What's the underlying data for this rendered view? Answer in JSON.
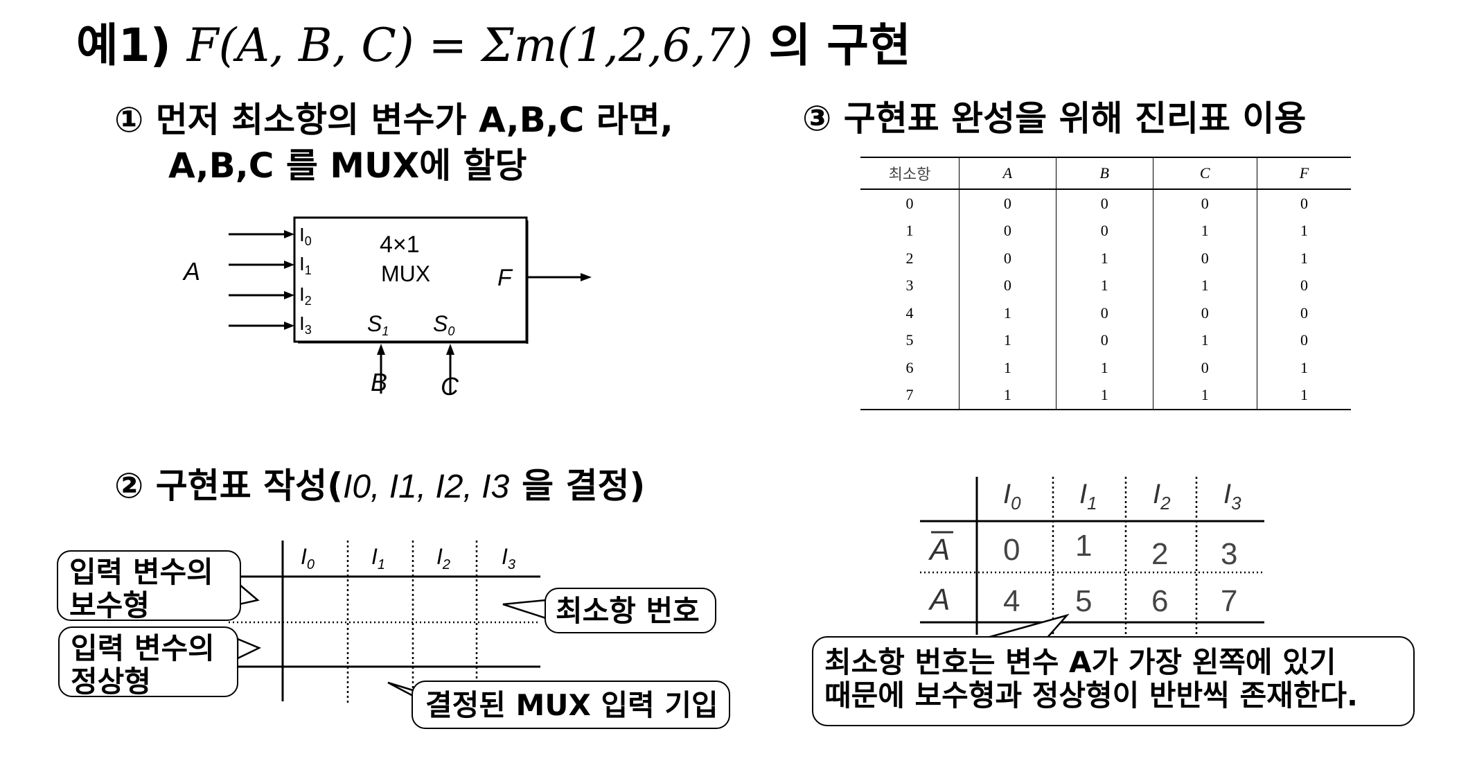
{
  "title": {
    "prefix": "예1)",
    "formula": "F(A, B, C) = Σm(1,2,6,7)",
    "suffix": "의 구현"
  },
  "step1": {
    "line1": "① 먼저 최소항의 변수가 A,B,C 라면,",
    "line2": "A,B,C 를 MUX에 할당"
  },
  "step2": {
    "label": "② 구현표 작성(",
    "vars": "I0, I1, I2, I3",
    "label_end": "을 결정)"
  },
  "step3": {
    "label": "③ 구현표 완성을 위해 진리표 이용"
  },
  "mux": {
    "size": "4×1",
    "name": "MUX",
    "inputs": [
      "I0",
      "I1",
      "I2",
      "I3"
    ],
    "selects": [
      "S1",
      "S0"
    ],
    "input_var": "A",
    "output": "F",
    "select_vars": [
      "B",
      "C"
    ]
  },
  "truth_table": {
    "headers": [
      "최소항",
      "A",
      "B",
      "C",
      "F"
    ],
    "rows": [
      [
        "0",
        "0",
        "0",
        "0",
        "0"
      ],
      [
        "1",
        "0",
        "0",
        "1",
        "1"
      ],
      [
        "2",
        "0",
        "1",
        "0",
        "1"
      ],
      [
        "3",
        "0",
        "1",
        "1",
        "0"
      ],
      [
        "4",
        "1",
        "0",
        "0",
        "0"
      ],
      [
        "5",
        "1",
        "0",
        "1",
        "0"
      ],
      [
        "6",
        "1",
        "1",
        "0",
        "1"
      ],
      [
        "7",
        "1",
        "1",
        "1",
        "1"
      ]
    ]
  },
  "template_table": {
    "columns": [
      "I0",
      "I1",
      "I2",
      "I3"
    ],
    "callouts": {
      "complement": [
        "입력 변수의",
        "보수형"
      ],
      "normal": [
        "입력 변수의",
        "정상형"
      ],
      "minterm": "최소항 번호",
      "mux_input": "결정된 MUX 입력 기입"
    }
  },
  "impl_table": {
    "columns": [
      "I0",
      "I1",
      "I2",
      "I3"
    ],
    "rows": [
      {
        "label": "A̅",
        "values": [
          "0",
          "1",
          "2",
          "3"
        ]
      },
      {
        "label": "A",
        "values": [
          "4",
          "5",
          "6",
          "7"
        ]
      }
    ],
    "note": [
      "최소항 번호는 변수 A가 가장 왼쪽에 있기",
      "때문에 보수형과 정상형이 반반씩 존재한다."
    ]
  }
}
